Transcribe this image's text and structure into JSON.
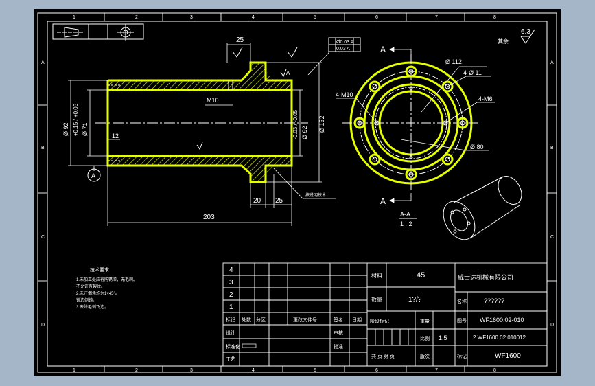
{
  "drawing": {
    "part_dims": {
      "overall_length": "203",
      "flange_width": "25",
      "flange_offset": "20",
      "flange_width_bottom": "25",
      "thread_label": "M10",
      "chamfer_label": "12",
      "dia_outer": "Ø 92",
      "dia_outer_tol": "+0.15 / +0.03",
      "dia_bore": "Ø 71",
      "dia_bore_tol": "-0.03 / -0.05",
      "dia_bore_right": "Ø 92",
      "dia_flange": "Ø 132",
      "fcf_top": "Ø0.03 A",
      "fcf_bottom": "0.03 A",
      "datum": "A",
      "leader_note": "按说明技术",
      "view_mark_left": "A",
      "view_mark_right": "A"
    },
    "section_view": {
      "label": "A-A",
      "scale": "1 : 2",
      "holes_4m10": "4-M10",
      "holes_4phi11": "4-Ø 11",
      "holes_4m6": "4-M6",
      "dia_112": "Ø 112",
      "dia_80": "Ø 80",
      "view_a_top": "A",
      "view_a_bottom": "A"
    },
    "roughness": {
      "value": "6.3",
      "label": "其余"
    },
    "zone_letters": [
      "A",
      "B",
      "C",
      "D"
    ],
    "zone_numbers": [
      "1",
      "2",
      "3",
      "4",
      "5",
      "6",
      "7",
      "8"
    ],
    "tech_req": {
      "title": "技术要求",
      "lines": [
        "1.未加工处应有防锈漆，无毛刺。",
        "  不允许有裂纹。",
        "2.未注倒角均为1×45°。",
        "  锐边倒钝。",
        "3.去除毛刺飞边。"
      ]
    }
  },
  "title_block": {
    "rev_rows": [
      "4",
      "3",
      "2",
      "1"
    ],
    "header_cols": [
      "标记",
      "处数",
      "分区",
      "更改文件号",
      "签名",
      "日期"
    ],
    "sign_rows": [
      "设计",
      "标准化",
      "审核",
      "工艺",
      "批准"
    ],
    "material_label": "材料",
    "material_value": "45",
    "qty_label": "数量",
    "qty_value": "1?/?",
    "company": "威士达机械有限公司",
    "stage_label": "阶段标记",
    "weight_label": "重量",
    "scale_label": "比例",
    "scale_value": "1:5",
    "sheet_label": "共 页 第 页",
    "sheet_label2": "版次",
    "name_label": "名称",
    "name_value": "??????",
    "drawing_no_1": "WF1600.02-010",
    "drawing_no_2": "2.WF1600.02.010012",
    "drawing_no_3": "WF1600",
    "code_label": "图号",
    "code2_label": "标记"
  }
}
